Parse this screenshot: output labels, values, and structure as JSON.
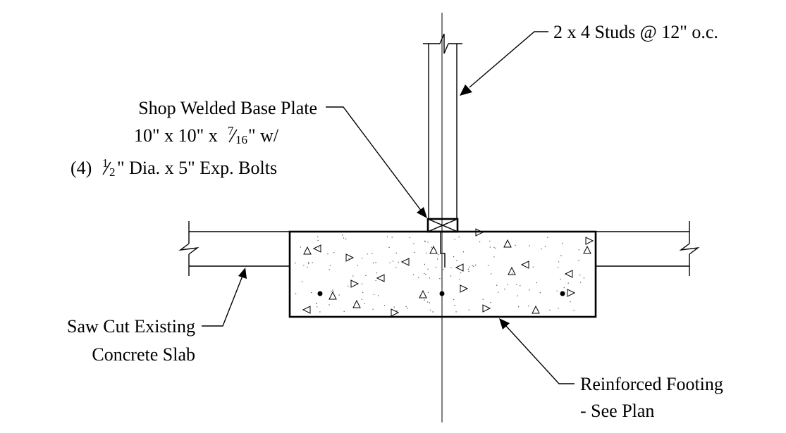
{
  "diagram": {
    "labels": {
      "studs": "2 x 4 Studs @ 12\" o.c.",
      "base_plate_line1": "Shop Welded Base Plate",
      "base_plate_line2_a": "10\" x 10\" x ",
      "base_plate_line2_num": "7",
      "base_plate_line2_den": "16",
      "base_plate_line2_b": "\" w/",
      "base_plate_line3_a": "(4) ",
      "base_plate_line3_num": "1",
      "base_plate_line3_den": "2",
      "base_plate_line3_b": "\" Dia. x 5\" Exp. Bolts",
      "saw_cut_line1": "Saw Cut Existing",
      "saw_cut_line2": "Concrete Slab",
      "footing_line1": "Reinforced Footing",
      "footing_line2": "- See Plan"
    },
    "colors": {
      "line": "#000000",
      "background": "#ffffff"
    }
  }
}
